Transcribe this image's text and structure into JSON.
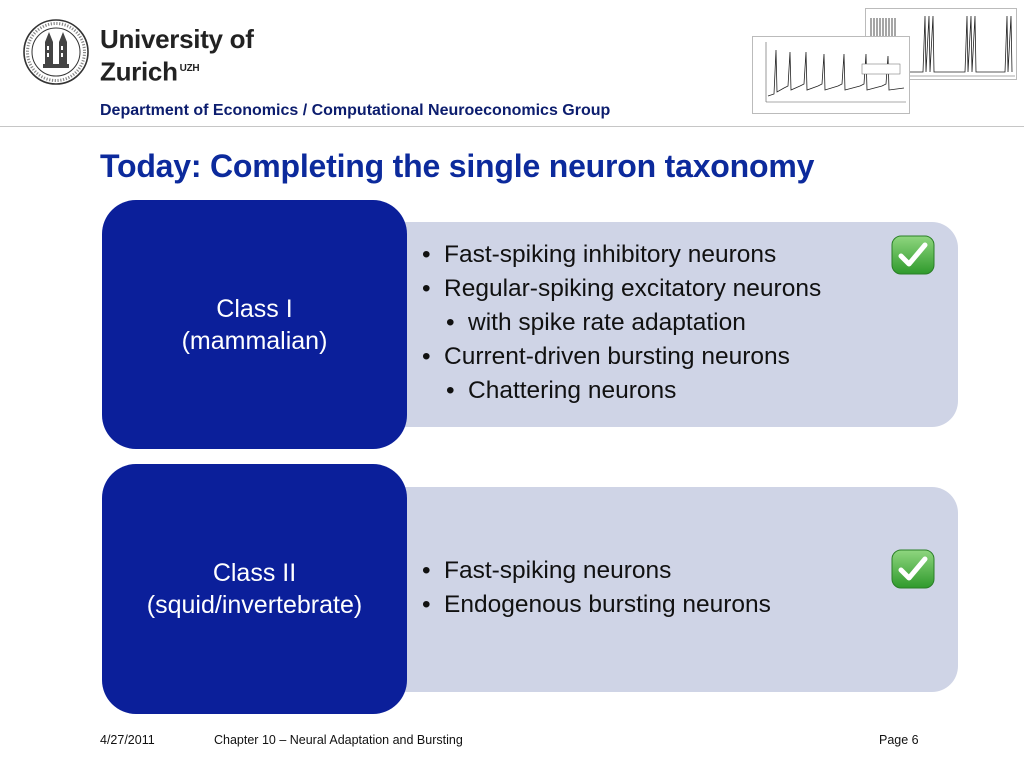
{
  "header": {
    "university_line1": "University of",
    "university_line2": "Zurich",
    "university_suffix": "UZH",
    "department": "Department of Economics / Computational Neuroeconomics Group"
  },
  "title": "Today: Completing the single neuron taxonomy",
  "classes": [
    {
      "name_line1": "Class I",
      "name_line2": "(mammalian)",
      "bullets": [
        "Fast-spiking inhibitory neurons",
        "Regular-spiking excitatory neurons",
        "with spike rate adaptation",
        "Current-driven bursting neurons",
        "Chattering neurons"
      ],
      "checked": true
    },
    {
      "name_line1": "Class II",
      "name_line2": "(squid/invertebrate)",
      "bullets": [
        "Fast-spiking neurons",
        "Endogenous bursting neurons"
      ],
      "checked": true
    }
  ],
  "footer": {
    "date": "4/27/2011",
    "chapter": "Chapter 10 – Neural Adaptation and Bursting",
    "page": "Page 6"
  },
  "colors": {
    "title": "#0c2a9c",
    "class_box": "#0b1f9a",
    "info_box": "#cfd4e6",
    "check": "#3fae3a"
  },
  "icons": {
    "seal": "university-seal-icon",
    "check": "checkmark-icon"
  }
}
